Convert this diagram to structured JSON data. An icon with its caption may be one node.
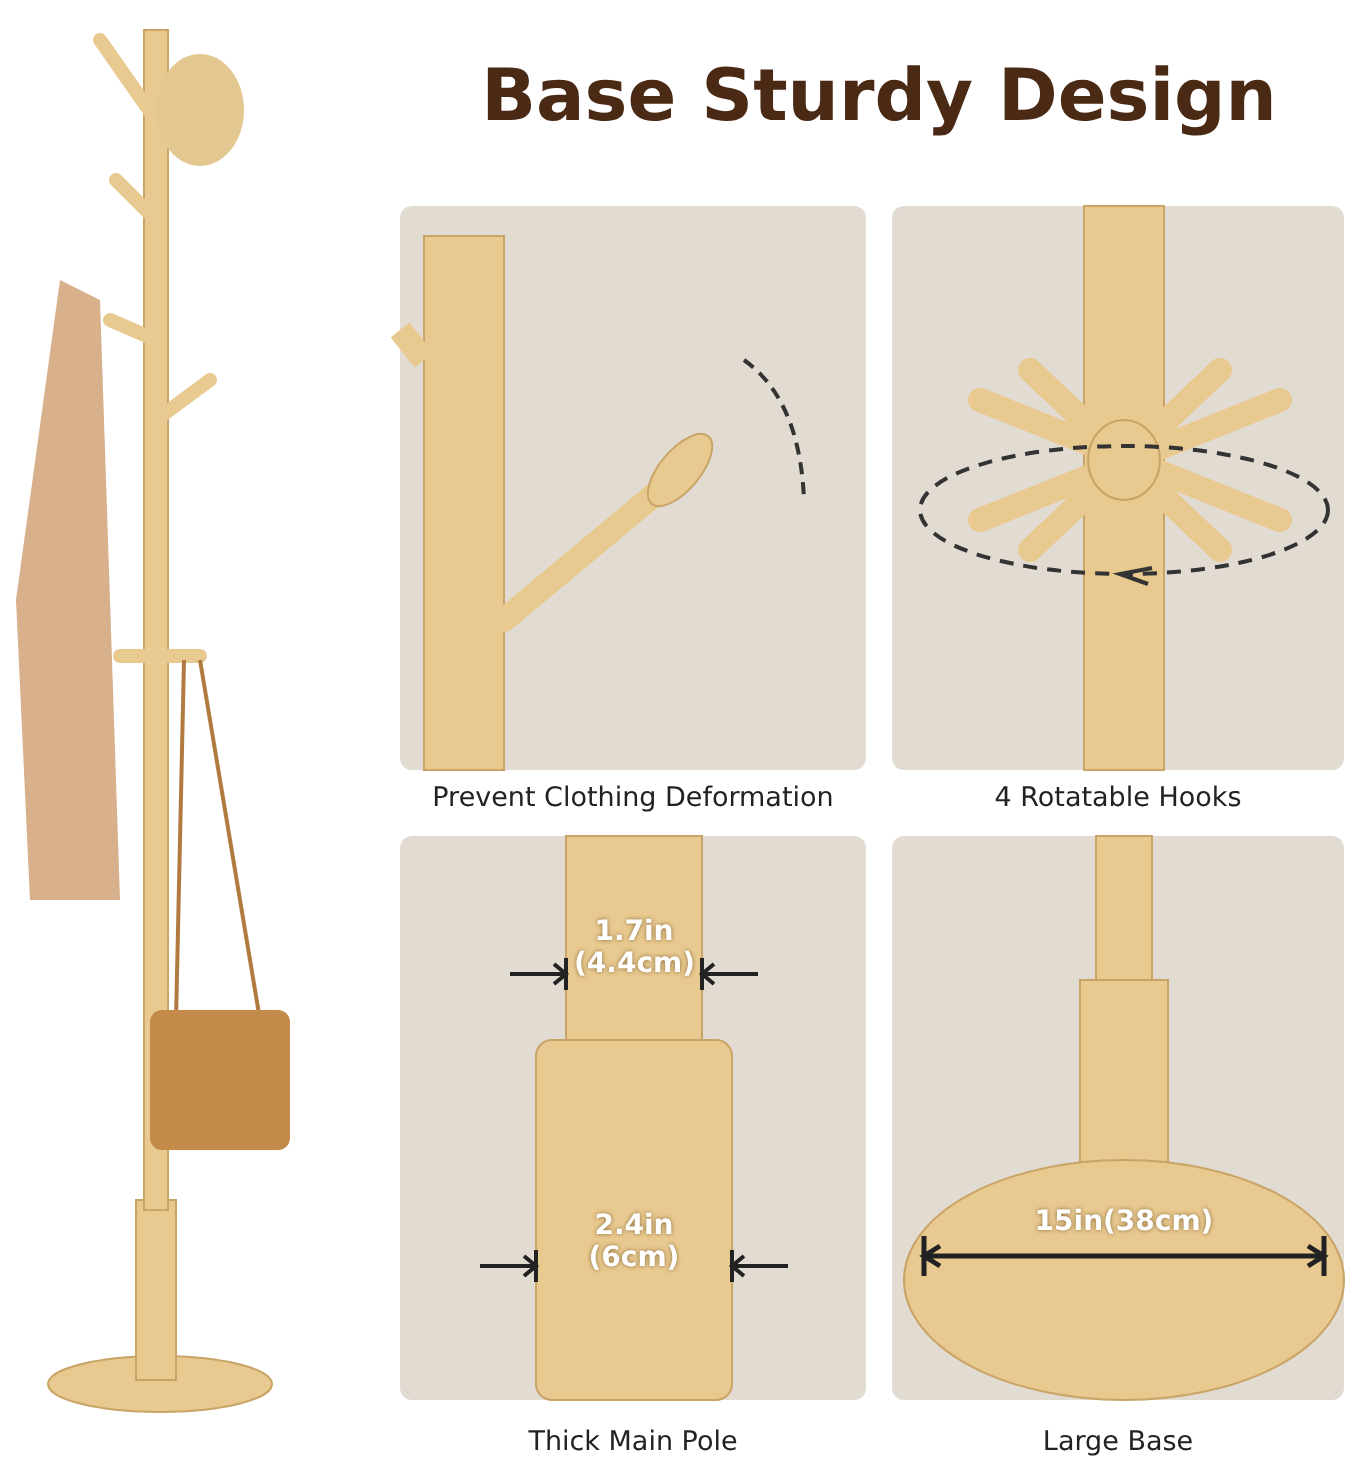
{
  "diagram": {
    "title": "Base Sturdy Design",
    "labels": [
      "Prevent Clothing Deformation",
      "4 Rotatable Hooks",
      "1.7in (4.4cm)",
      "2.4in (6cm)",
      "15in(38cm)",
      "Thick Main Pole",
      "Large Base"
    ]
  }
}
